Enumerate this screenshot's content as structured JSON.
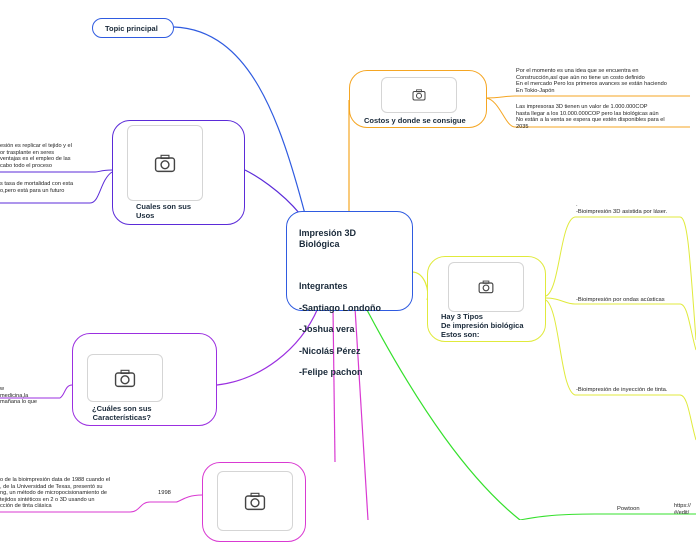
{
  "central": {
    "title": "Impresión 3D\nBiológica",
    "members_heading": "Integrantes",
    "members": [
      "-Santiago Londoño",
      "-Joshua vera",
      "-Nicolás Pérez",
      "-Felipe pachon"
    ]
  },
  "topic_principal": {
    "label": "Topic principal"
  },
  "costos": {
    "label": "Costos y donde se consigue",
    "note1": "Por el momento es una idea que se encuentra en\nConstrucción,así que aún no tiene un costo definido\nEn el mercado Pero los primeros avances se están haciendo\nEn Tokio-Japón",
    "note2": "Las  impresoras 3D tienen un valor de 1.000.000COP\nhasta llegar a los 10.000.000COP pero las biológicas aún\nNo están a la venta se espera que estén disponibles para el\n2035"
  },
  "usos": {
    "label": "Cuales son sus\nUsos",
    "note1": "esión es replicar el tejido y el\nor trasplante en seres\nventajas es el empleo de las\ncabo todo el proceso",
    "note2": "s tasa de mortalidad con esta\no,pero está para un futuro"
  },
  "tipos": {
    "label": "Hay 3 Tipos\nDe impresión biológica\nEstos son:",
    "dot": ".",
    "t1": "-Bioimpresión 3D asistida por láser.",
    "t2": "-Bioimpresión por ondas acústicas",
    "t3": "-Bioimpresión de inyección de tinta."
  },
  "caract": {
    "label": "¿Cuáles son sus\nCaracterísticas?",
    "note": "w\nmedicina,la\nmañana lo que"
  },
  "historia": {
    "year": "1998",
    "note": "o de la bioimpresión data de 1988 cuando el\n, de la Universidad de Texas, presentó su\nng, un método de micropocisionamiento de\ntejidos sintéticos en 2 o 3D usando un\ncción de tinta clásica"
  },
  "powtoon": {
    "label": "Powtoon",
    "url": "https://\n#/edit/"
  },
  "icons": {
    "image": "camera-icon"
  },
  "colors": {
    "blue": "#2f5be0",
    "orange": "#f5a623",
    "yellow": "#e0ea3c",
    "purple": "#5b2bd8",
    "violet": "#9b2fe0",
    "magenta": "#d93ad2",
    "green": "#35e02c"
  }
}
